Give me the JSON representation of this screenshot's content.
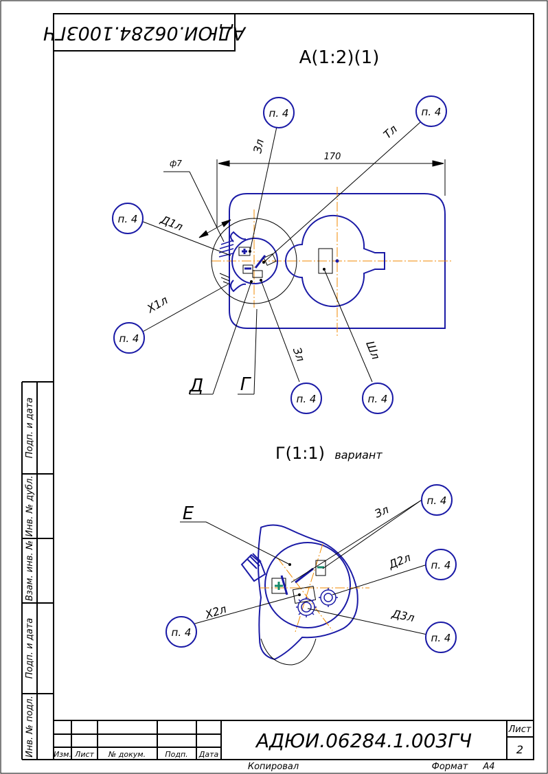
{
  "stamp": {
    "top_code": "АДЮИ.06284.1003ГЧ",
    "main_code": "АДЮИ.06284.1.003ГЧ",
    "sheet_label": "Лист",
    "sheet_number": "2",
    "copied_label": "Копировал",
    "format_label": "Формат",
    "format_value": "А4",
    "columns": [
      "Изм.",
      "Лист",
      "№ докум.",
      "Подп.",
      "Дата"
    ]
  },
  "side_strip": {
    "labels": [
      "Подп. и дата",
      "Инв. № дубл.",
      "Взам. инв. №",
      "Подп. и дата",
      "Инв. № подл."
    ]
  },
  "view_a": {
    "title": "А(1:2)(1)",
    "dimension_170": "170",
    "diameter_label": "ф7",
    "refs": {
      "d1l": "Д1л",
      "zl_top": "Зл",
      "tl": "Тл",
      "x1l": "Х1л",
      "zl_bottom": "Зл",
      "shl": "Шл",
      "d_letter": "Д",
      "g_letter": "Г"
    },
    "bubble_text": "п. 4"
  },
  "view_g": {
    "title": "Г(1:1)",
    "subtitle": "вариант",
    "refs": {
      "e_letter": "Е",
      "zl": "Зл",
      "d2l": "Д2л",
      "x2l": "Х2л",
      "d3l": "Д3л"
    },
    "bubble_text": "п. 4"
  },
  "colors": {
    "line": "#000000",
    "outline": "#1a1aa6",
    "axis": "#f08a00",
    "green": "#138a6a",
    "paper": "#ffffff"
  }
}
